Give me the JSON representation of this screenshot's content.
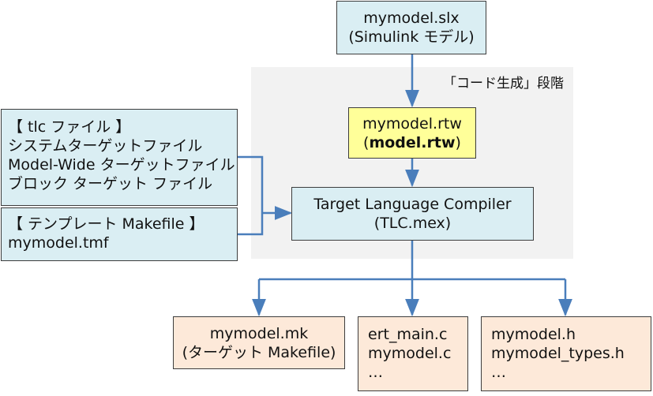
{
  "stage_label": "「コード生成」段階",
  "model_box": {
    "line1": "mymodel.slx",
    "line2": "(Simulink モデル)"
  },
  "rtw_box": {
    "line1": "mymodel.rtw",
    "line2_open": "(",
    "line2_bold": "model.rtw",
    "line2_close": ")"
  },
  "tlc_files_box": {
    "header": "【 tlc ファイル 】",
    "items": [
      "システムターゲットファイル",
      "Model-Wide ターゲットファイル",
      "ブロック ターゲット ファイル"
    ]
  },
  "template_box": {
    "header": "【 テンプレート Makefile 】",
    "file": "mymodel.tmf"
  },
  "compiler_box": {
    "line1": "Target Language Compiler",
    "line2": "(TLC.mex)"
  },
  "outputs": [
    {
      "lines": [
        "mymodel.mk",
        "(ターゲット Makefile)"
      ]
    },
    {
      "lines": [
        "ert_main.c",
        "mymodel.c",
        "…"
      ]
    },
    {
      "lines": [
        "mymodel.h",
        "mymodel_types.h",
        "…"
      ]
    }
  ],
  "colors": {
    "arrow": "#4a7ebb",
    "input_box": "#daeef3",
    "highlight_box": "#ffff99",
    "output_box": "#fde9d9",
    "stage_background": "#f2f2f2"
  }
}
